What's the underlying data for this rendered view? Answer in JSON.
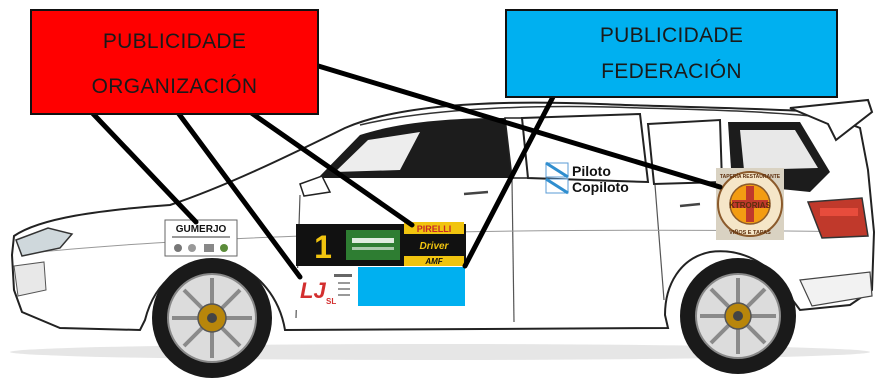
{
  "callouts": {
    "organizacion": {
      "line1": "PUBLICIDADE",
      "line2": "ORGANIZACIÓN",
      "color": "#ff0000"
    },
    "federacion": {
      "line1": "PUBLICIDADE",
      "line2": "FEDERACIÓN",
      "color": "#00b0f0"
    }
  },
  "car": {
    "crew_names": {
      "pilot": "Piloto",
      "copilot": "Copiloto"
    },
    "race_number": "1"
  },
  "sponsors": {
    "gumerjo": "GUMERJO",
    "pirelli": "PIRELLI",
    "driver": "Driver",
    "amf": "AMF",
    "ltj_suffix": "SL",
    "ktroryas": "KTRORIAS",
    "ktroryas_top": "TAPERÍA RESTAURANTE",
    "ktroryas_bottom": "VIÑOS E TAPAS"
  },
  "colors": {
    "organization_box": "#ff0000",
    "federation_box": "#00b0f0",
    "leader_lines": "#000000",
    "car_body": "#ffffff",
    "car_outline": "#222222",
    "window_tint": "#1c1c1c"
  }
}
